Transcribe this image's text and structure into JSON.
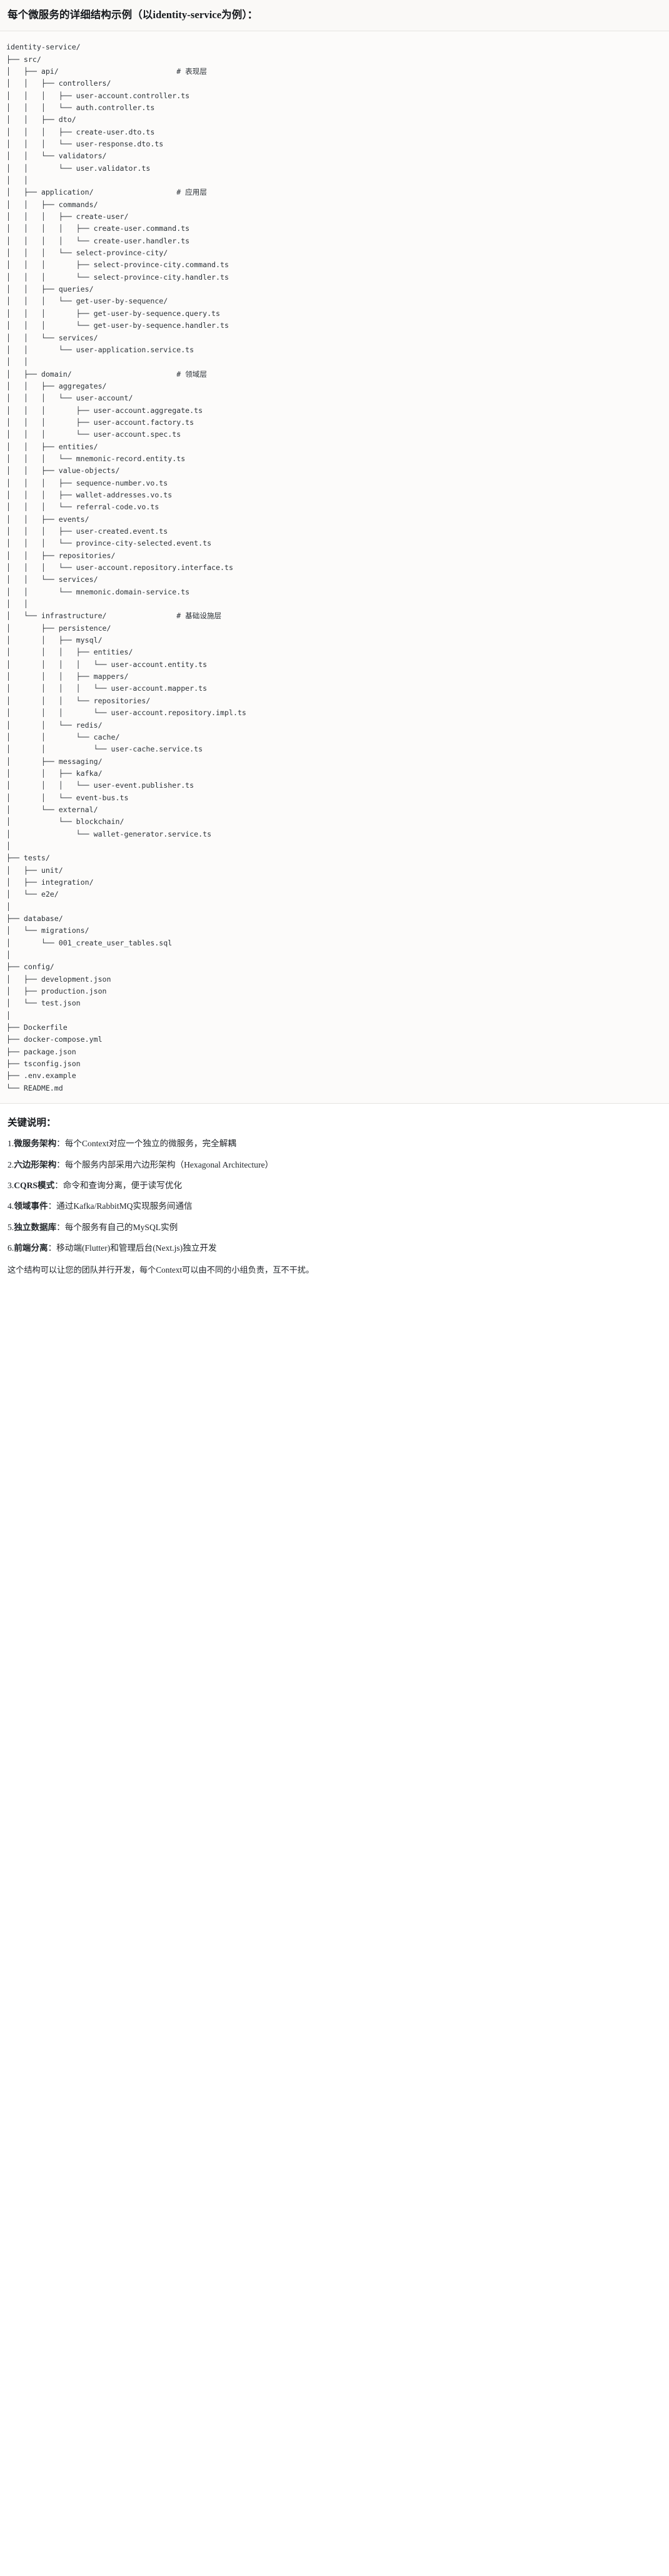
{
  "title": "每个微服务的详细结构示例（以identity-service为例）：",
  "tree": {
    "root": "identity-service/",
    "lines": [
      "identity-service/",
      "├── src/",
      "│   ├── api/                           # 表现层",
      "│   │   ├── controllers/",
      "│   │   │   ├── user-account.controller.ts",
      "│   │   │   └── auth.controller.ts",
      "│   │   ├── dto/",
      "│   │   │   ├── create-user.dto.ts",
      "│   │   │   └── user-response.dto.ts",
      "│   │   └── validators/",
      "│   │       └── user.validator.ts",
      "│   │",
      "│   ├── application/                   # 应用层",
      "│   │   ├── commands/",
      "│   │   │   ├── create-user/",
      "│   │   │   │   ├── create-user.command.ts",
      "│   │   │   │   └── create-user.handler.ts",
      "│   │   │   └── select-province-city/",
      "│   │   │       ├── select-province-city.command.ts",
      "│   │   │       └── select-province-city.handler.ts",
      "│   │   ├── queries/",
      "│   │   │   └── get-user-by-sequence/",
      "│   │   │       ├── get-user-by-sequence.query.ts",
      "│   │   │       └── get-user-by-sequence.handler.ts",
      "│   │   └── services/",
      "│   │       └── user-application.service.ts",
      "│   │",
      "│   ├── domain/                        # 领域层",
      "│   │   ├── aggregates/",
      "│   │   │   └── user-account/",
      "│   │   │       ├── user-account.aggregate.ts",
      "│   │   │       ├── user-account.factory.ts",
      "│   │   │       └── user-account.spec.ts",
      "│   │   ├── entities/",
      "│   │   │   └── mnemonic-record.entity.ts",
      "│   │   ├── value-objects/",
      "│   │   │   ├── sequence-number.vo.ts",
      "│   │   │   ├── wallet-addresses.vo.ts",
      "│   │   │   └── referral-code.vo.ts",
      "│   │   ├── events/",
      "│   │   │   ├── user-created.event.ts",
      "│   │   │   └── province-city-selected.event.ts",
      "│   │   ├── repositories/",
      "│   │   │   └── user-account.repository.interface.ts",
      "│   │   └── services/",
      "│   │       └── mnemonic.domain-service.ts",
      "│   │",
      "│   └── infrastructure/                # 基础设施层",
      "│       ├── persistence/",
      "│       │   ├── mysql/",
      "│       │   │   ├── entities/",
      "│       │   │   │   └── user-account.entity.ts",
      "│       │   │   ├── mappers/",
      "│       │   │   │   └── user-account.mapper.ts",
      "│       │   │   └── repositories/",
      "│       │   │       └── user-account.repository.impl.ts",
      "│       │   └── redis/",
      "│       │       └── cache/",
      "│       │           └── user-cache.service.ts",
      "│       ├── messaging/",
      "│       │   ├── kafka/",
      "│       │   │   └── user-event.publisher.ts",
      "│       │   └── event-bus.ts",
      "│       └── external/",
      "│           └── blockchain/",
      "│               └── wallet-generator.service.ts",
      "│",
      "├── tests/",
      "│   ├── unit/",
      "│   ├── integration/",
      "│   └── e2e/",
      "│",
      "├── database/",
      "│   └── migrations/",
      "│       └── 001_create_user_tables.sql",
      "│",
      "├── config/",
      "│   ├── development.json",
      "│   ├── production.json",
      "│   └── test.json",
      "│",
      "├── Dockerfile",
      "├── docker-compose.yml",
      "├── package.json",
      "├── tsconfig.json",
      "├── .env.example",
      "└── README.md"
    ]
  },
  "notes": {
    "heading": "关键说明：",
    "items": [
      {
        "num": "1.",
        "term": "微服务架构",
        "sep": "：",
        "body": "每个Context对应一个独立的微服务，完全解耦"
      },
      {
        "num": "2.",
        "term": "六边形架构",
        "sep": "：",
        "body": "每个服务内部采用六边形架构（Hexagonal Architecture）"
      },
      {
        "num": "3.",
        "term": "CQRS模式",
        "sep": "：",
        "body": "命令和查询分离，便于读写优化"
      },
      {
        "num": "4.",
        "term": "领域事件",
        "sep": "：",
        "body": "通过Kafka/RabbitMQ实现服务间通信"
      },
      {
        "num": "5.",
        "term": "独立数据库",
        "sep": "：",
        "body": "每个服务有自己的MySQL实例"
      },
      {
        "num": "6.",
        "term": "前端分离",
        "sep": "：",
        "body": "移动端(Flutter)和管理后台(Next.js)独立开发"
      }
    ],
    "closing": "这个结构可以让您的团队并行开发，每个Context可以由不同的小组负责，互不干扰。"
  },
  "colors": {
    "title_band_bg": "#faf9f7",
    "code_bg": "#fcfbfa",
    "text": "#1f2328",
    "code_text": "#2b3137",
    "divider": "#e6e4e1"
  }
}
